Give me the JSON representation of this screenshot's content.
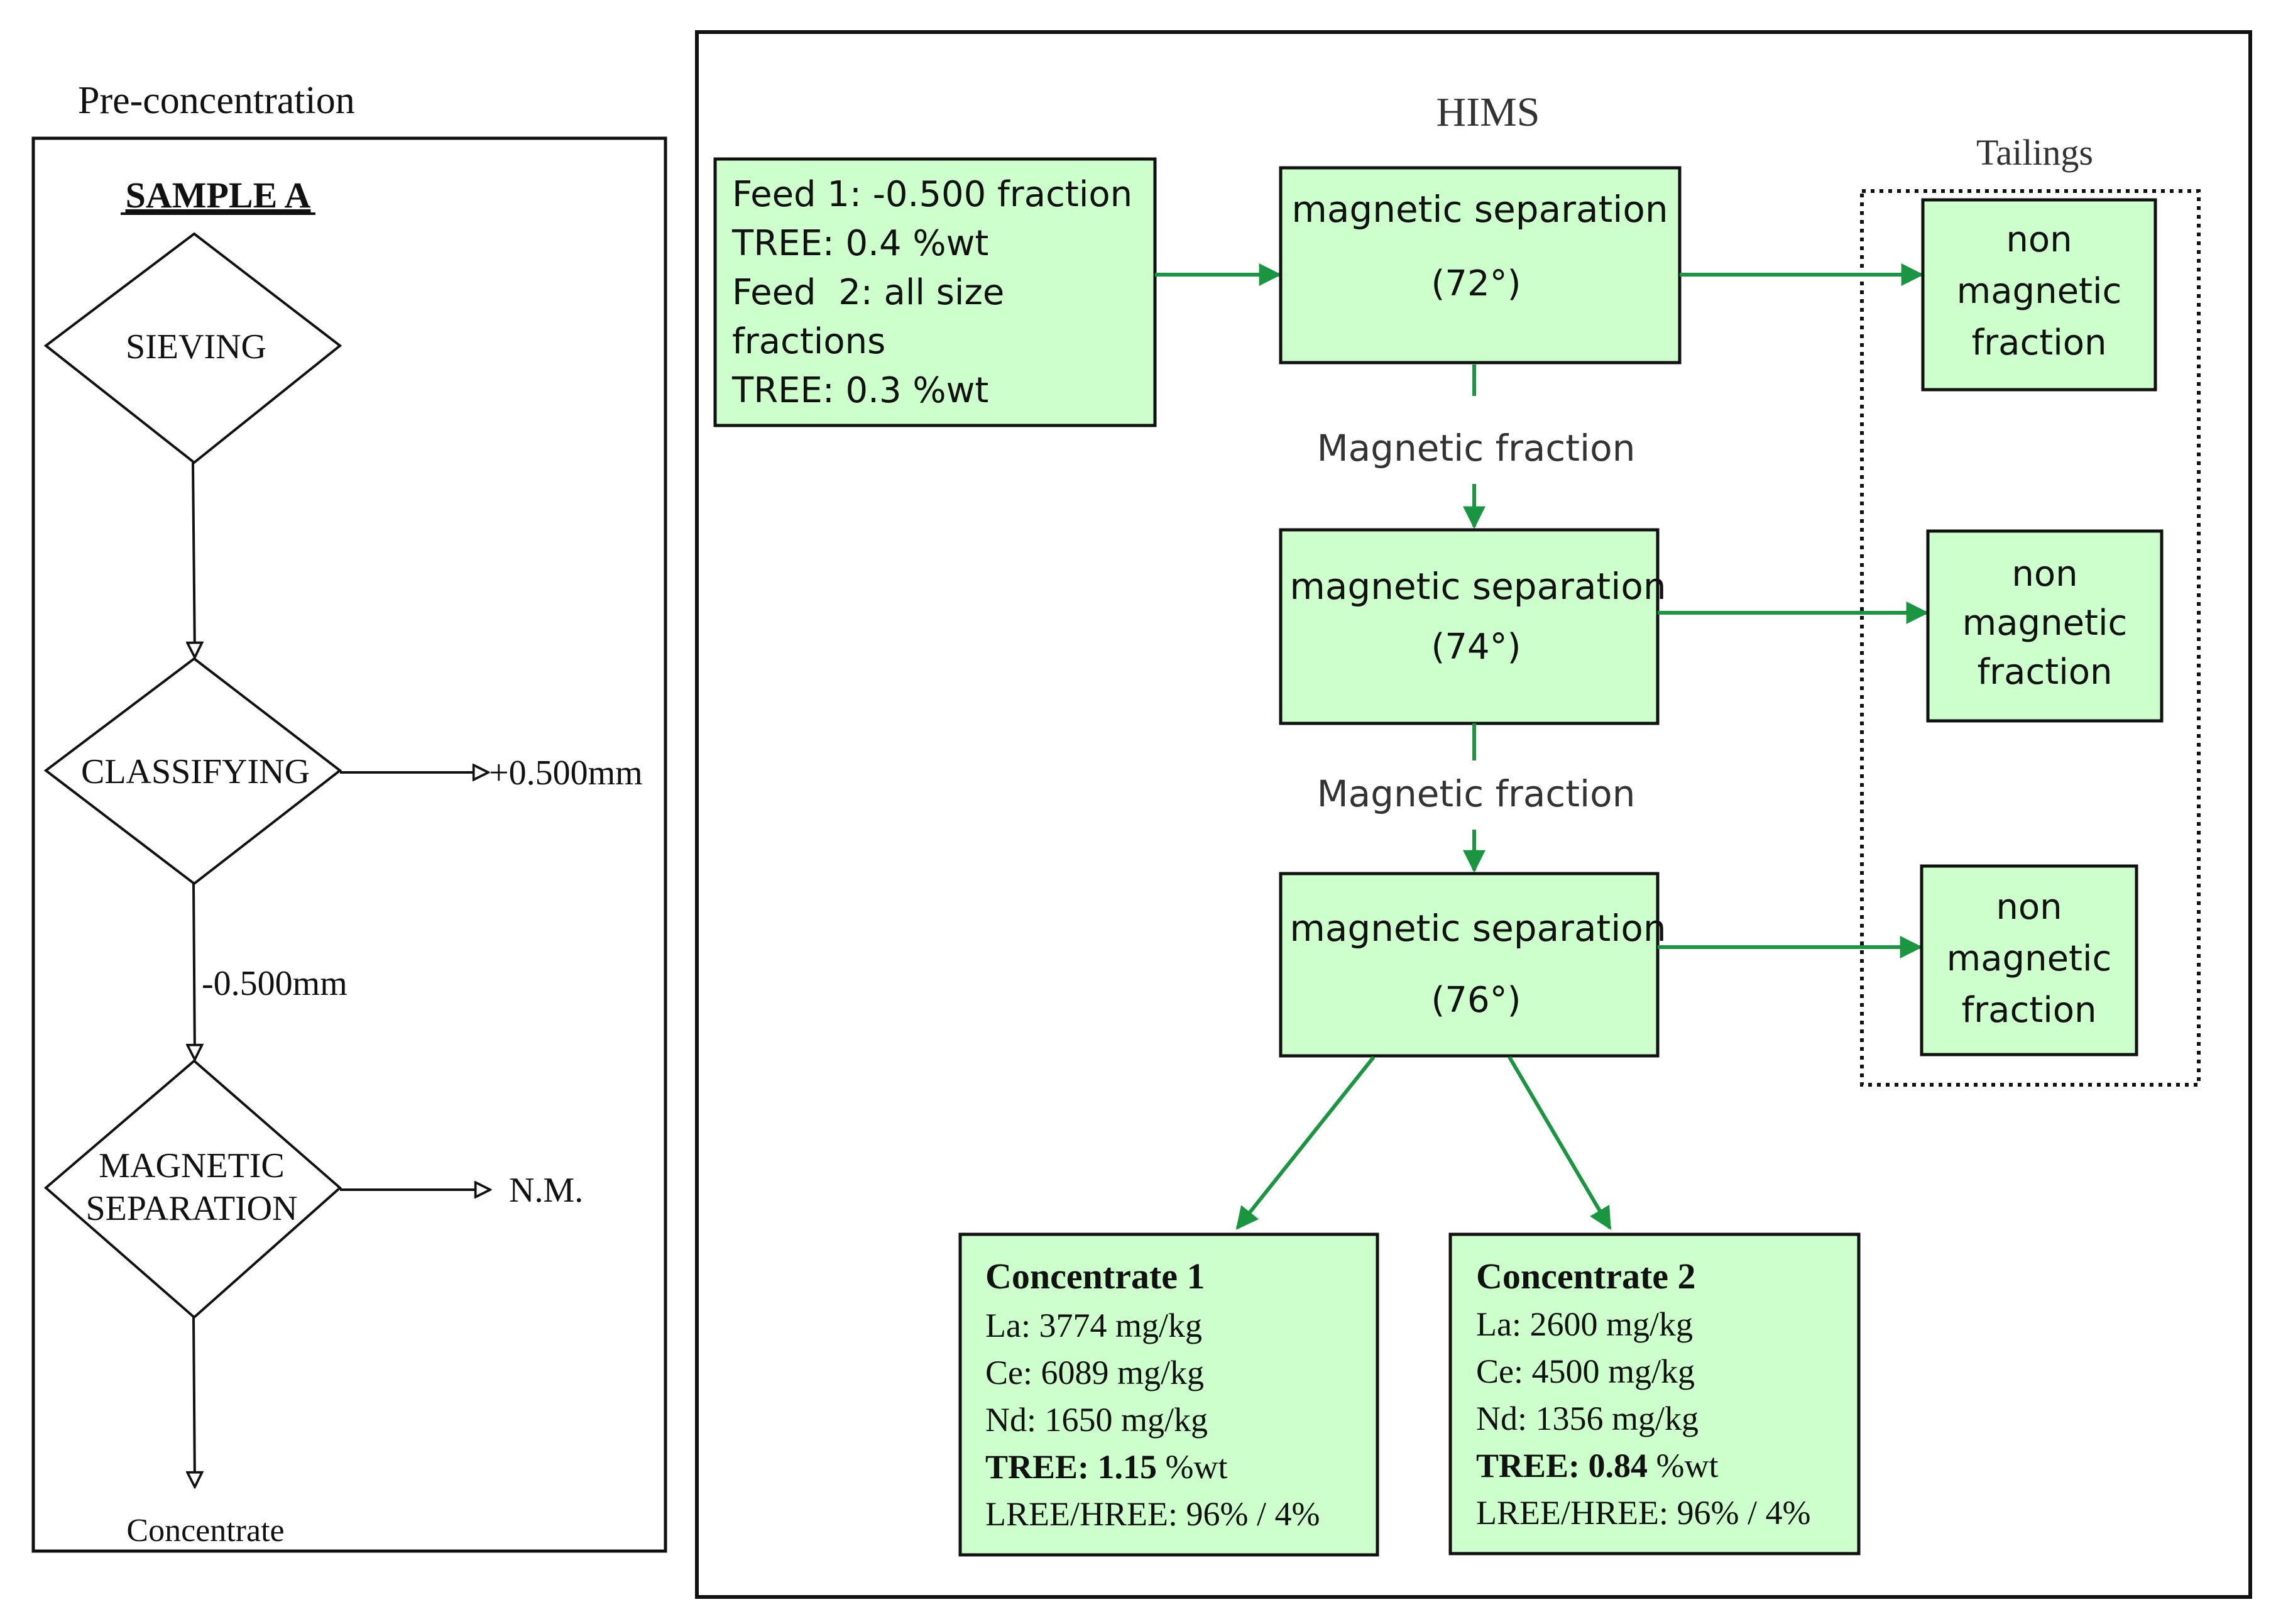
{
  "left_panel": {
    "title": "Pre-concentration",
    "sample_label": "SAMPLE A",
    "steps": {
      "sieving": "SIEVING",
      "classifying": "CLASSIFYING",
      "magnetic_line1": "MAGNETIC",
      "magnetic_line2": "SEPARATION"
    },
    "oversize_label": "+0.500mm",
    "undersize_label": "-0.500mm",
    "nm_label": "N.M.",
    "concentrate_label": "Concentrate"
  },
  "right_panel": {
    "title": "HIMS",
    "tailings_label": "Tailings",
    "feed": {
      "lines": [
        "Feed 1: -0.500 fraction",
        "TREE: 0.4 %wt",
        "Feed  2: all size",
        "fractions",
        "TREE: 0.3 %wt"
      ]
    },
    "separations": [
      {
        "title": "magnetic separation",
        "angle": "(72°)"
      },
      {
        "title": "magnetic separation",
        "angle": "(74°)"
      },
      {
        "title": "magnetic separation",
        "angle": "(76°)"
      }
    ],
    "magnetic_fraction_label": "Magnetic fraction",
    "non_magnetic": [
      {
        "line1": "non",
        "line2": "magnetic",
        "line3": "fraction"
      },
      {
        "line1": "non",
        "line2": "magnetic",
        "line3": "fraction"
      },
      {
        "line1": "non",
        "line2": "magnetic",
        "line3": "fraction"
      }
    ],
    "concentrates": [
      {
        "title": "Concentrate 1",
        "la": "La: 3774 mg/kg",
        "ce": "Ce: 6089 mg/kg",
        "nd": "Nd: 1650 mg/kg",
        "tree_bold": "TREE: 1.15",
        "tree_unit": " %wt",
        "ratio": "LREE/HREE: 96% / 4%"
      },
      {
        "title": "Concentrate 2",
        "la": "La: 2600 mg/kg",
        "ce": "Ce: 4500 mg/kg",
        "nd": "Nd: 1356 mg/kg",
        "tree_bold": "TREE: 0.84",
        "tree_unit": " %wt",
        "ratio": "LREE/HREE: 96% / 4%"
      }
    ]
  },
  "colors": {
    "box_fill": "#ccffcc",
    "arrow_green": "#1a9641",
    "ink": "#111111"
  }
}
